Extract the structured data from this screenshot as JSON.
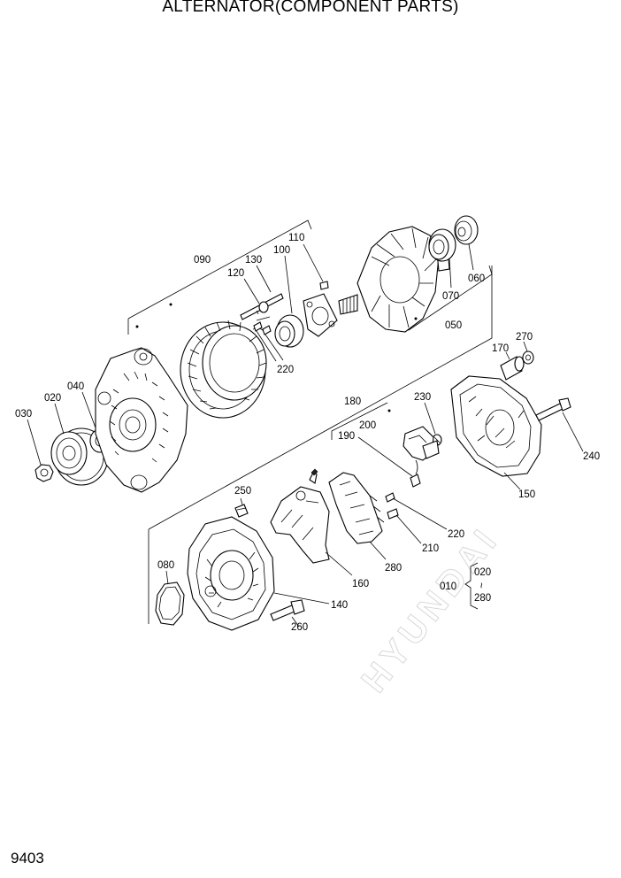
{
  "title": "ALTERNATOR(COMPONENT PARTS)",
  "page_number": "9403",
  "watermark": "HYUNDAI",
  "callouts": {
    "p010": "010",
    "p020": "020",
    "p030": "030",
    "p040": "040",
    "p050": "050",
    "p060": "060",
    "p070": "070",
    "p080": "080",
    "p090": "090",
    "p100": "100",
    "p110": "110",
    "p120": "120",
    "p130": "130",
    "p140": "140",
    "p150": "150",
    "p160": "160",
    "p170": "170",
    "p180": "180",
    "p190": "190",
    "p200": "200",
    "p210": "210",
    "p220a": "220",
    "p220b": "220",
    "p230": "230",
    "p240": "240",
    "p250": "250",
    "p260": "260",
    "p270": "270",
    "p280a": "280"
  },
  "assembly_note": {
    "from": "020",
    "to": "280",
    "tilde": "~"
  }
}
